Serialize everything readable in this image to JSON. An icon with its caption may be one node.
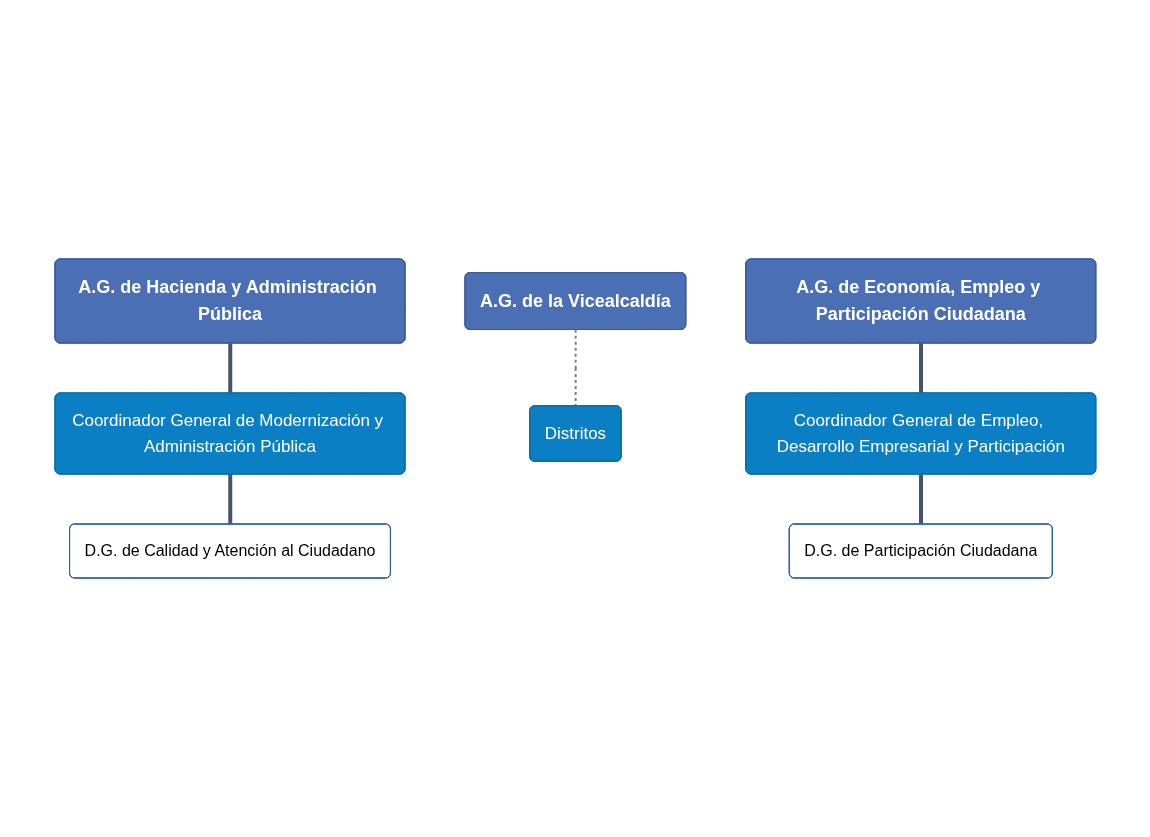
{
  "diagram": {
    "nodes": [
      {
        "text": [
          "A.G. de Hacienda y Administración Pública"
        ]
      },
      {
        "text": [
          "Coordinador General de Modernización y Administración Pública"
        ]
      },
      {
        "text": [
          "D.G. de Calidad y Atención al Ciudadano"
        ]
      },
      {
        "text": [
          "A.G. de la Vicealcaldía"
        ]
      },
      {
        "text": [
          "Distritos"
        ]
      },
      {
        "text": [
          "A.G. de Economía, Empleo y Participación Ciudadana"
        ]
      },
      {
        "text": [
          "Coordinador General de Empleo, Desarrollo Empresarial y Participación"
        ]
      },
      {
        "text": [
          "D.G. de Participación Ciudadana"
        ]
      }
    ],
    "edges": [
      {
        "from": 0,
        "to": 1,
        "arrow": "none"
      },
      {
        "from": 1,
        "to": 2,
        "arrow": "none"
      },
      {
        "from": 3,
        "to": 4,
        "arrow": "none",
        "style": "dashed",
        "color": "#7f7f7f"
      },
      {
        "from": 5,
        "to": 6,
        "arrow": "none"
      },
      {
        "from": 6,
        "to": 7,
        "arrow": "none"
      }
    ]
  }
}
